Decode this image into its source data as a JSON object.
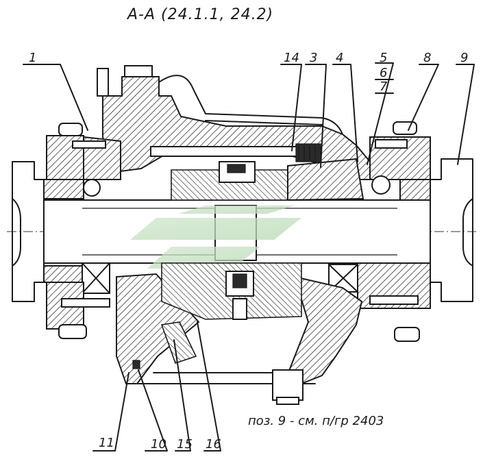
{
  "drawing": {
    "title": "А-А  (24.1.1, 24.2)",
    "footnote": "поз. 9 - см. п/гр  2403",
    "callouts": [
      "1",
      "14",
      "3",
      "4",
      "5",
      "6",
      "7",
      "8",
      "9",
      "11",
      "10",
      "15",
      "16"
    ]
  }
}
